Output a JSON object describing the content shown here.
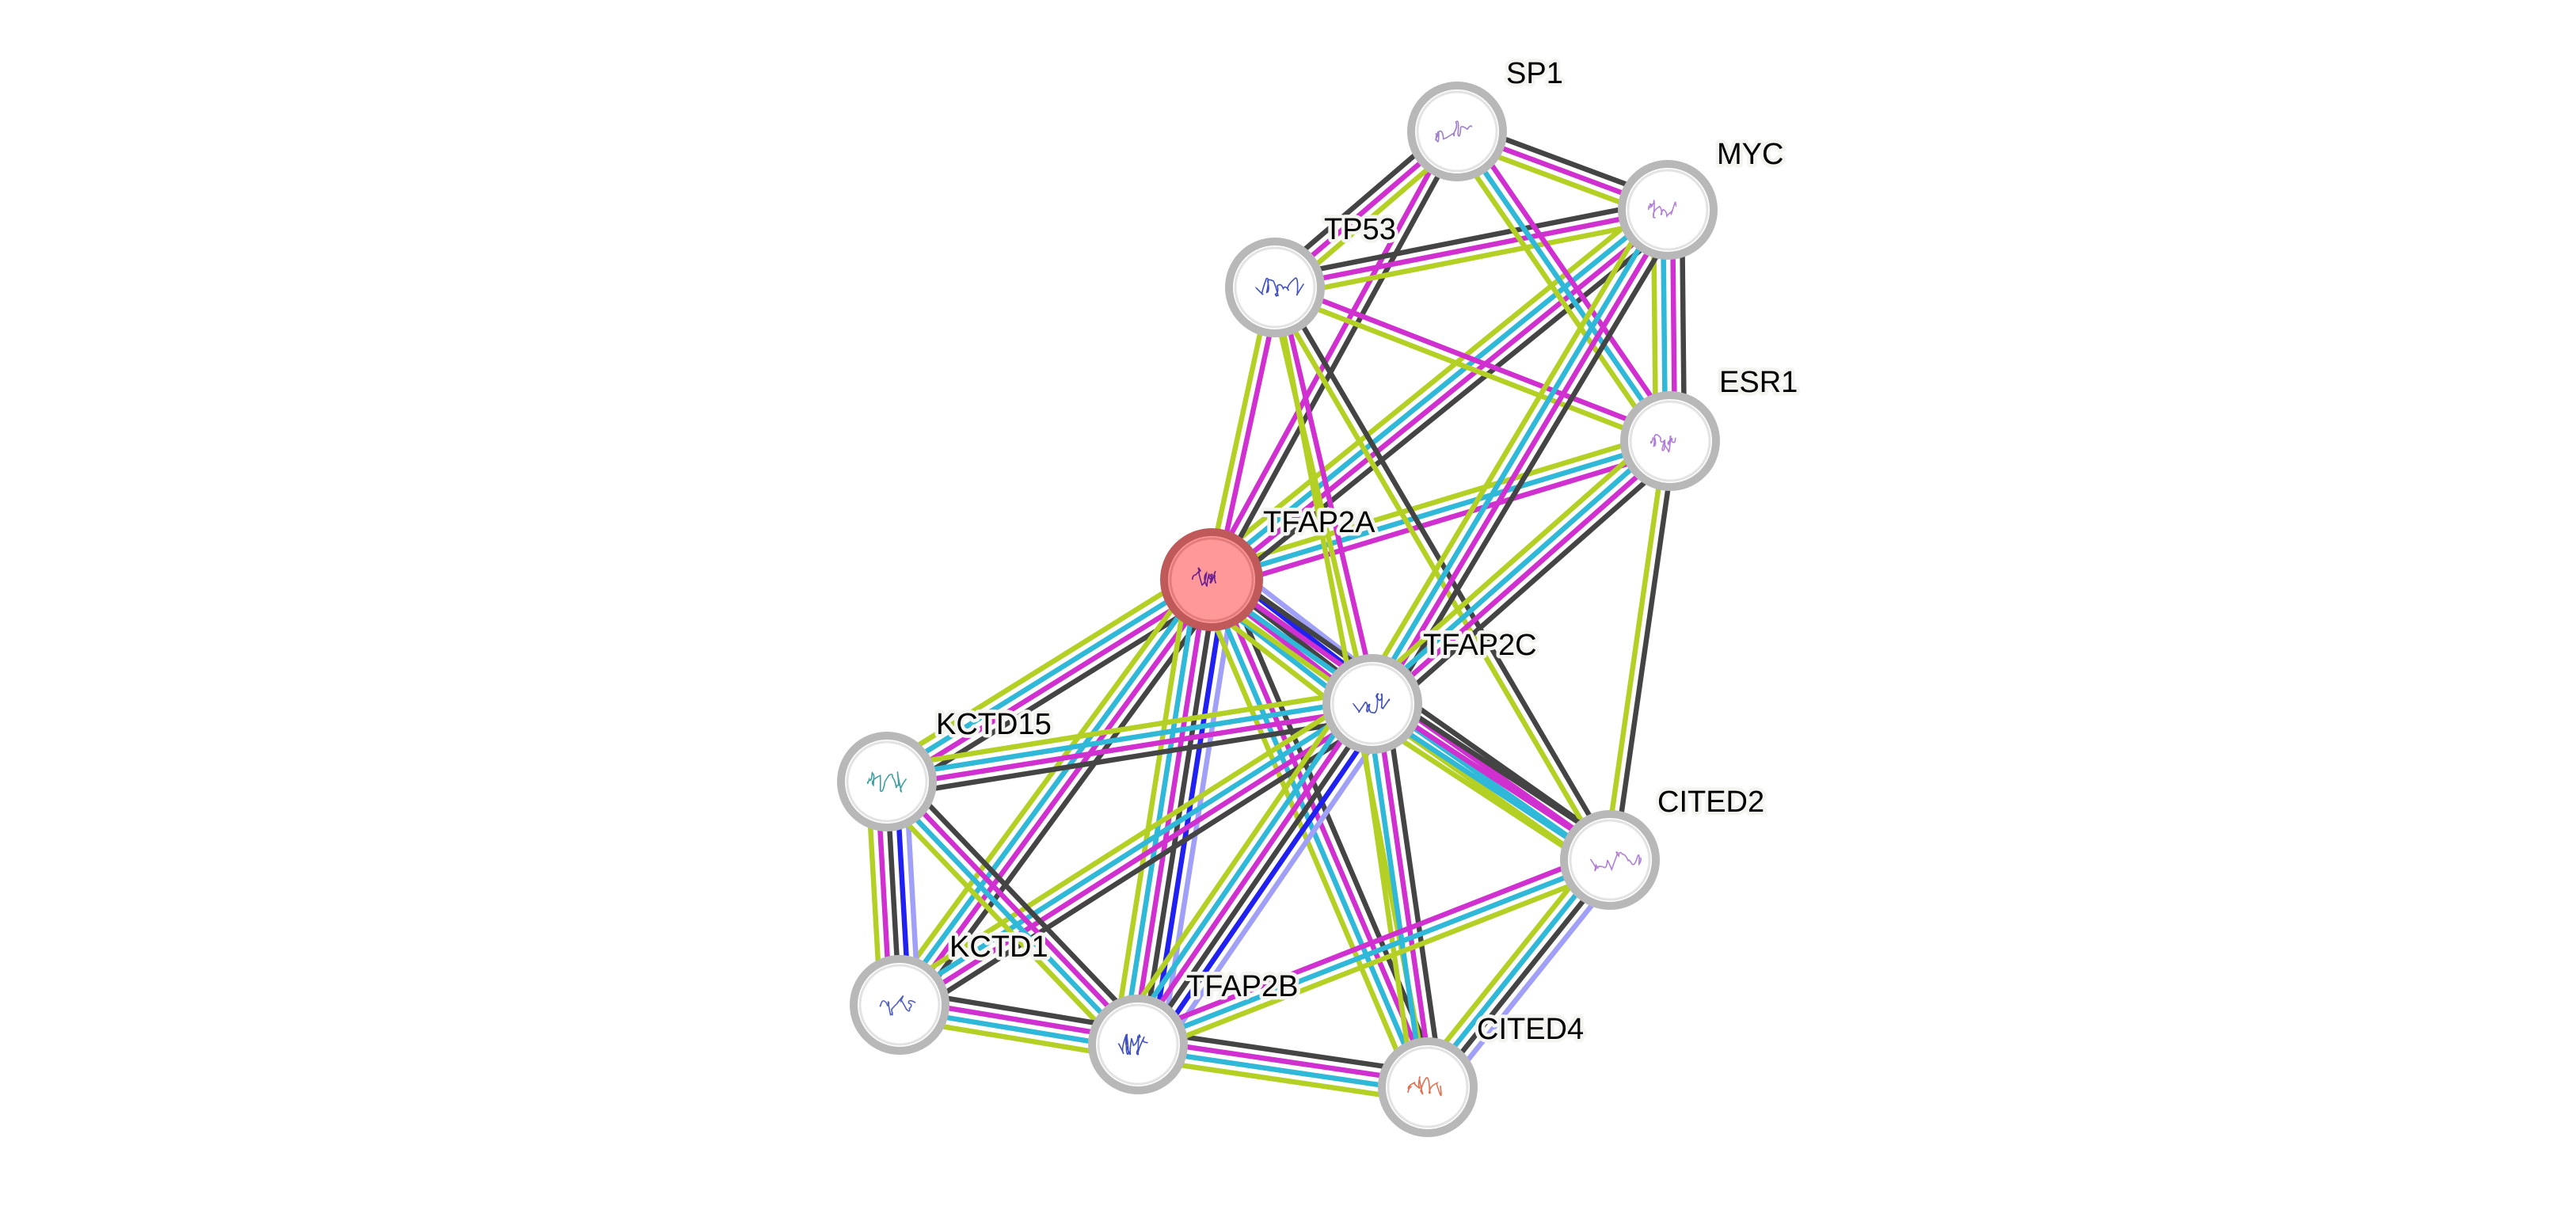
{
  "title": "STRING protein interaction network",
  "query_protein": "TFAP2A",
  "evidence_colors": {
    "gene_fusion": "#a0a0f8",
    "cooccurrence": "#2020f0",
    "coexpression": "#444444",
    "experiments": "#d030d0",
    "databases": "#30b8d8",
    "textmining": "#b4d024"
  },
  "nodes": [
    {
      "id": "TFAP2A",
      "label": "TFAP2A",
      "query": true,
      "structure_color": "#6a2090"
    },
    {
      "id": "SP1",
      "label": "SP1",
      "query": false,
      "structure_color": "#a080c8"
    },
    {
      "id": "MYC",
      "label": "MYC",
      "query": false,
      "structure_color": "#b080d8"
    },
    {
      "id": "TP53",
      "label": "TP53",
      "query": false,
      "structure_color": "#4050c0"
    },
    {
      "id": "ESR1",
      "label": "ESR1",
      "query": false,
      "structure_color": "#b080d8"
    },
    {
      "id": "TFAP2C",
      "label": "TFAP2C",
      "query": false,
      "structure_color": "#4050c0"
    },
    {
      "id": "KCTD15",
      "label": "KCTD15",
      "query": false,
      "structure_color": "#40a0a0"
    },
    {
      "id": "CITED2",
      "label": "CITED2",
      "query": false,
      "structure_color": "#b080d8"
    },
    {
      "id": "KCTD1",
      "label": "KCTD1",
      "query": false,
      "structure_color": "#5060c0"
    },
    {
      "id": "TFAP2B",
      "label": "TFAP2B",
      "query": false,
      "structure_color": "#4050c0"
    },
    {
      "id": "CITED4",
      "label": "CITED4",
      "query": false,
      "structure_color": "#e07050"
    }
  ],
  "edges": [
    {
      "source": "TFAP2A",
      "target": "KCTD15",
      "evidence": [
        "coexpression",
        "experiments",
        "databases",
        "textmining"
      ]
    },
    {
      "source": "TFAP2A",
      "target": "KCTD1",
      "evidence": [
        "coexpression",
        "experiments",
        "databases",
        "textmining"
      ]
    },
    {
      "source": "TFAP2A",
      "target": "TFAP2B",
      "evidence": [
        "gene_fusion",
        "cooccurrence",
        "coexpression",
        "experiments",
        "databases",
        "textmining"
      ]
    },
    {
      "source": "TFAP2A",
      "target": "CITED4",
      "evidence": [
        "coexpression",
        "experiments",
        "databases",
        "textmining"
      ]
    },
    {
      "source": "TFAP2A",
      "target": "TFAP2C",
      "evidence": [
        "gene_fusion",
        "cooccurrence",
        "coexpression",
        "experiments",
        "databases",
        "textmining"
      ]
    },
    {
      "source": "TFAP2A",
      "target": "CITED2",
      "evidence": [
        "coexpression",
        "experiments",
        "databases",
        "textmining"
      ]
    },
    {
      "source": "TFAP2A",
      "target": "ESR1",
      "evidence": [
        "textmining",
        "databases",
        "experiments"
      ]
    },
    {
      "source": "TFAP2A",
      "target": "MYC",
      "evidence": [
        "textmining",
        "databases",
        "experiments",
        "coexpression"
      ]
    },
    {
      "source": "TFAP2A",
      "target": "SP1",
      "evidence": [
        "experiments",
        "coexpression"
      ]
    },
    {
      "source": "TFAP2A",
      "target": "TP53",
      "evidence": [
        "textmining",
        "experiments"
      ]
    },
    {
      "source": "TP53",
      "target": "SP1",
      "evidence": [
        "coexpression",
        "experiments",
        "textmining"
      ]
    },
    {
      "source": "TP53",
      "target": "MYC",
      "evidence": [
        "coexpression",
        "experiments",
        "textmining"
      ]
    },
    {
      "source": "TP53",
      "target": "ESR1",
      "evidence": [
        "experiments",
        "textmining"
      ]
    },
    {
      "source": "TP53",
      "target": "TFAP2C",
      "evidence": [
        "experiments",
        "textmining"
      ]
    },
    {
      "source": "TP53",
      "target": "CITED2",
      "evidence": [
        "coexpression",
        "textmining"
      ]
    },
    {
      "source": "TP53",
      "target": "CITED4",
      "evidence": [
        "textmining"
      ]
    },
    {
      "source": "SP1",
      "target": "MYC",
      "evidence": [
        "coexpression",
        "experiments",
        "textmining"
      ]
    },
    {
      "source": "SP1",
      "target": "ESR1",
      "evidence": [
        "experiments",
        "databases",
        "textmining"
      ]
    },
    {
      "source": "MYC",
      "target": "ESR1",
      "evidence": [
        "coexpression",
        "experiments",
        "databases",
        "textmining"
      ]
    },
    {
      "source": "MYC",
      "target": "TFAP2C",
      "evidence": [
        "coexpression",
        "experiments",
        "databases",
        "textmining"
      ]
    },
    {
      "source": "ESR1",
      "target": "TFAP2C",
      "evidence": [
        "coexpression",
        "experiments",
        "databases",
        "textmining"
      ]
    },
    {
      "source": "ESR1",
      "target": "CITED2",
      "evidence": [
        "coexpression",
        "textmining"
      ]
    },
    {
      "source": "TFAP2C",
      "target": "KCTD15",
      "evidence": [
        "coexpression",
        "experiments",
        "databases",
        "textmining"
      ]
    },
    {
      "source": "TFAP2C",
      "target": "KCTD1",
      "evidence": [
        "coexpression",
        "experiments",
        "databases",
        "textmining"
      ]
    },
    {
      "source": "TFAP2C",
      "target": "TFAP2B",
      "evidence": [
        "gene_fusion",
        "cooccurrence",
        "coexpression",
        "experiments",
        "databases",
        "textmining"
      ]
    },
    {
      "source": "TFAP2C",
      "target": "CITED4",
      "evidence": [
        "coexpression",
        "experiments",
        "databases",
        "textmining"
      ]
    },
    {
      "source": "TFAP2C",
      "target": "CITED2",
      "evidence": [
        "coexpression",
        "experiments",
        "databases",
        "textmining"
      ]
    },
    {
      "source": "KCTD15",
      "target": "KCTD1",
      "evidence": [
        "gene_fusion",
        "cooccurrence",
        "coexpression",
        "experiments",
        "textmining"
      ]
    },
    {
      "source": "KCTD15",
      "target": "TFAP2B",
      "evidence": [
        "coexpression",
        "experiments",
        "databases",
        "textmining"
      ]
    },
    {
      "source": "KCTD1",
      "target": "TFAP2B",
      "evidence": [
        "coexpression",
        "experiments",
        "databases",
        "textmining"
      ]
    },
    {
      "source": "TFAP2B",
      "target": "CITED4",
      "evidence": [
        "coexpression",
        "experiments",
        "databases",
        "textmining"
      ]
    },
    {
      "source": "TFAP2B",
      "target": "CITED2",
      "evidence": [
        "experiments",
        "databases",
        "textmining"
      ]
    },
    {
      "source": "CITED2",
      "target": "CITED4",
      "evidence": [
        "gene_fusion",
        "coexpression",
        "databases",
        "textmining"
      ]
    }
  ]
}
